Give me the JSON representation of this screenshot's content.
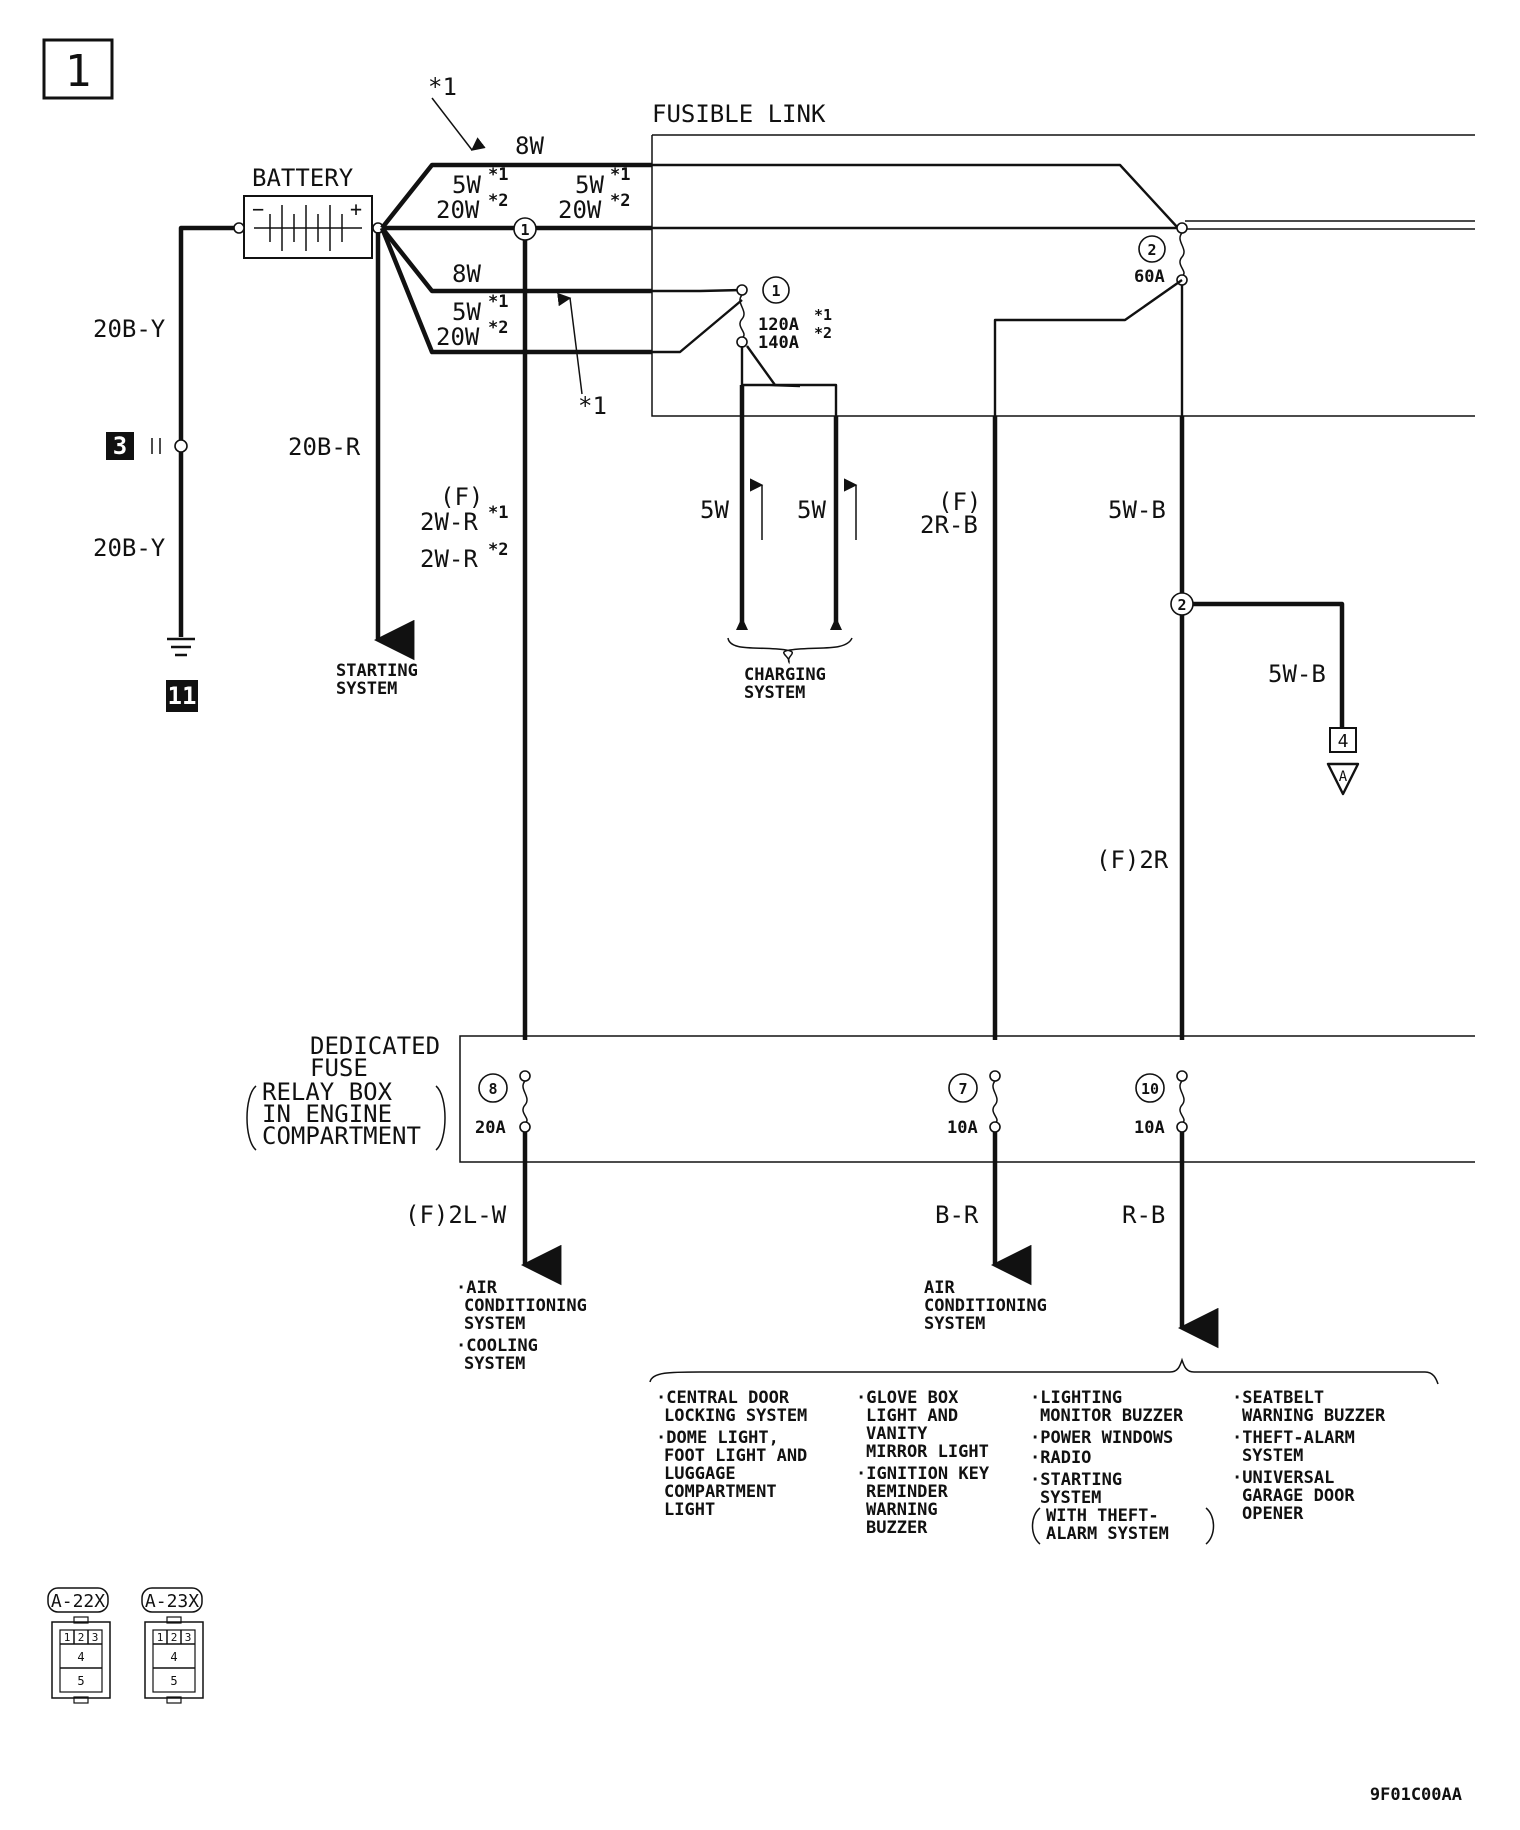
{
  "page_box": "1",
  "battery": {
    "label": "BATTERY",
    "minus": "−",
    "plus": "+"
  },
  "fusible_link": {
    "label": "FUSIBLE LINK",
    "fuse1": {
      "num": "1",
      "ratingA": "120A",
      "noteA": "*1",
      "ratingB": "140A",
      "noteB": "*2"
    },
    "fuse2": {
      "num": "2",
      "rating": "60A"
    }
  },
  "notes": {
    "star1_top": "*1",
    "star1_bottom": "*1"
  },
  "wires": {
    "top_8w": "8W",
    "left_5w": "5W",
    "left_5w_note": "*1",
    "left_20w": "20W",
    "left_20w_note": "*2",
    "right_5w": "5W",
    "right_5w_note": "*1",
    "right_20w": "20W",
    "right_20w_note": "*2",
    "lower_8w": "8W",
    "lower_5w": "5W",
    "lower_5w_note": "*1",
    "lower_20w": "20W",
    "lower_20w_note": "*2",
    "ground_upper": "20B-Y",
    "ground_lower": "20B-Y",
    "starting_wire": "20B-R",
    "fuse8_feed_f": "(F)",
    "fuse8_feed_a": "2W-R",
    "fuse8_feed_a_note": "*1",
    "fuse8_feed_b": "2W-R",
    "fuse8_feed_b_note": "*2",
    "charge_a": "5W",
    "charge_b": "5W",
    "fuse7_feed_f": "(F)",
    "fuse7_feed": "2R-B",
    "fuse10_upper": "5W-B",
    "branch_5wb": "5W-B",
    "fuse10_lower": "(F)2R",
    "out8": "(F)2L-W",
    "out7": "B-R",
    "out10": "R-B"
  },
  "connectors": {
    "c1": "1",
    "c2": "2",
    "box4": "4",
    "ref_a": "A"
  },
  "ground_refs": {
    "g3": "3",
    "g11": "11"
  },
  "dedicated_fuse": {
    "line1": "DEDICATED",
    "line2": "FUSE",
    "line3": "RELAY BOX",
    "line4": "IN ENGINE",
    "line5": "COMPARTMENT",
    "fuse8": {
      "num": "8",
      "rating": "20A"
    },
    "fuse7": {
      "num": "7",
      "rating": "10A"
    },
    "fuse10": {
      "num": "10",
      "rating": "10A"
    }
  },
  "destinations": {
    "starting": [
      "STARTING",
      "SYSTEM"
    ],
    "charging": [
      "CHARGING",
      "SYSTEM"
    ],
    "fuse8_out": [
      "·AIR",
      "CONDITIONING",
      "SYSTEM",
      "·COOLING",
      "SYSTEM"
    ],
    "fuse7_out": [
      "AIR",
      "CONDITIONING",
      "SYSTEM"
    ],
    "fuse10_col1": [
      "·CENTRAL DOOR",
      "LOCKING SYSTEM",
      "·DOME LIGHT,",
      "FOOT LIGHT AND",
      "LUGGAGE",
      "COMPARTMENT",
      "LIGHT"
    ],
    "fuse10_col2": [
      "·GLOVE BOX",
      "LIGHT AND",
      "VANITY",
      "MIRROR LIGHT",
      "·IGNITION KEY",
      "REMINDER",
      "WARNING",
      "BUZZER"
    ],
    "fuse10_col3": [
      "·LIGHTING",
      "MONITOR BUZZER",
      "·POWER WINDOWS",
      "·RADIO",
      "·STARTING",
      "SYSTEM",
      "WITH THEFT-",
      "ALARM SYSTEM"
    ],
    "fuse10_col4": [
      "·SEATBELT",
      "WARNING BUZZER",
      "·THEFT-ALARM",
      "SYSTEM",
      "·UNIVERSAL",
      "GARAGE DOOR",
      "OPENER"
    ]
  },
  "connector_ids": {
    "a22x": "A-22X",
    "a23x": "A-23X",
    "pins_top": [
      "1",
      "2",
      "3"
    ],
    "pin4": "4",
    "pin5": "5"
  },
  "doc_code": "9F01C00AA"
}
